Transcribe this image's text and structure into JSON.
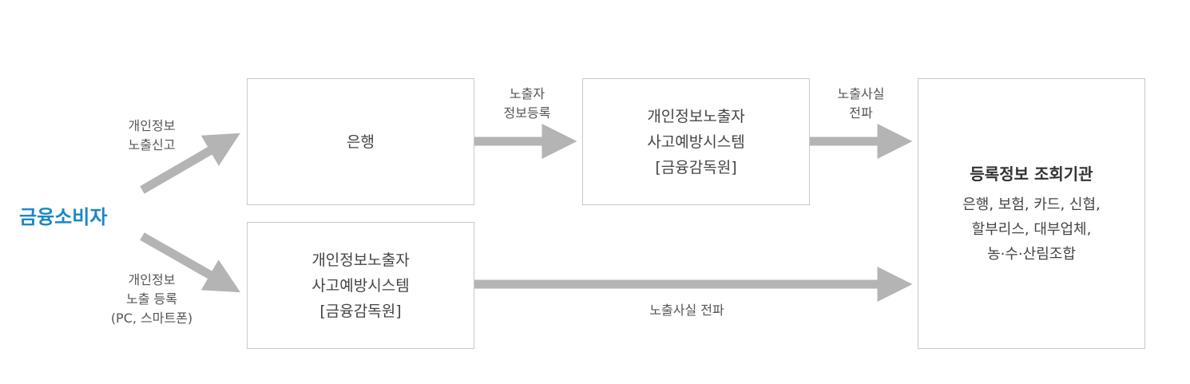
{
  "consumer": {
    "label": "금융소비자"
  },
  "edges": {
    "report_top": [
      "개인정보",
      "노출신고"
    ],
    "report_bottom": [
      "개인정보",
      "노출 등록",
      "(PC, 스마트폰)"
    ],
    "register": [
      "노출자",
      "정보등록"
    ],
    "spread_top": [
      "노출사실",
      "전파"
    ],
    "spread_bottom": "노출사실 전파"
  },
  "nodes": {
    "bank": {
      "label": "은행"
    },
    "system_top": {
      "lines": [
        "개인정보노출자",
        "사고예방시스템",
        "[금융감독원]"
      ]
    },
    "system_bottom": {
      "lines": [
        "개인정보노출자",
        "사고예방시스템",
        "[금융감독원]"
      ]
    },
    "institutions": {
      "title": "등록정보 조회기관",
      "lines": [
        "은행, 보험, 카드, 신협,",
        "할부리스, 대부업체,",
        "농·수·산림조합"
      ]
    }
  },
  "colors": {
    "accent": "#1a87c8",
    "arrow": "#b4b4b4",
    "border": "#c9c9c9"
  }
}
